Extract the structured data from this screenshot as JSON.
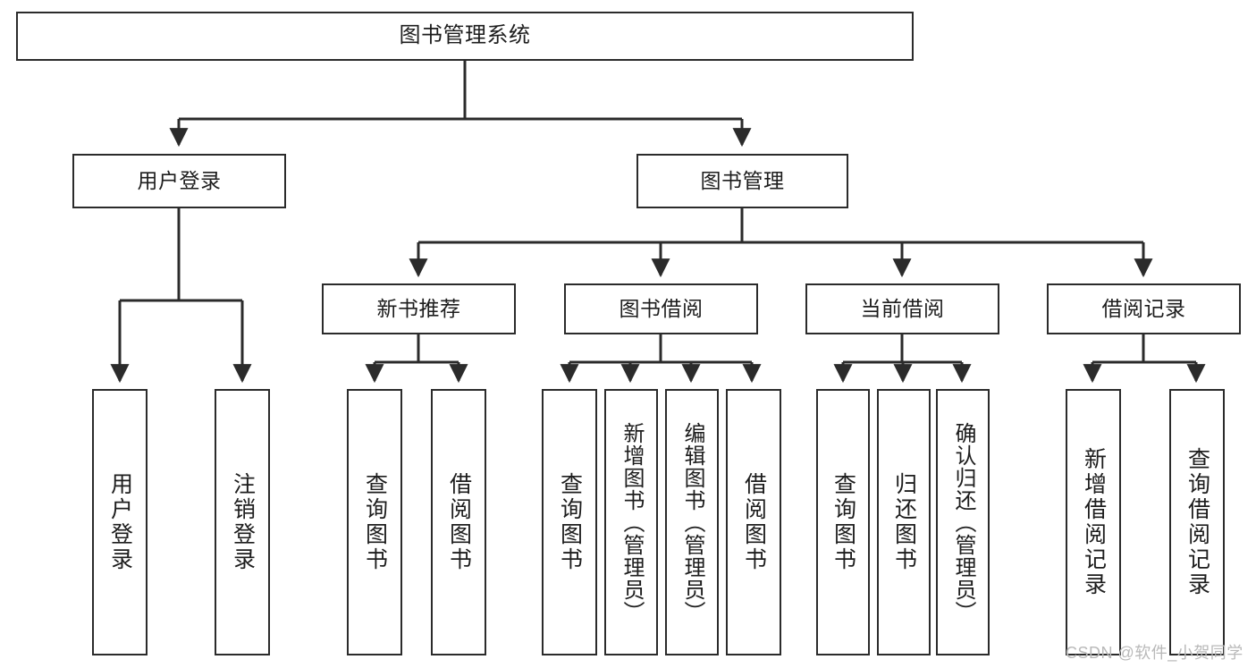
{
  "diagram": {
    "title": "图书管理系统",
    "type": "hierarchy-tree",
    "colors": {
      "stroke": "#2b2b2b",
      "fill": "#ffffff",
      "text": "#1d1d1d",
      "watermark": "#b9b9b9"
    },
    "levels": {
      "root": {
        "label": "图书管理系统"
      },
      "level2": [
        {
          "label": "用户登录"
        },
        {
          "label": "图书管理"
        }
      ],
      "level3": [
        {
          "label": "新书推荐"
        },
        {
          "label": "图书借阅"
        },
        {
          "label": "当前借阅"
        },
        {
          "label": "借阅记录"
        }
      ],
      "leaves": {
        "user_login": [
          {
            "label": "用户登录"
          },
          {
            "label": "注销登录"
          }
        ],
        "new_book_recommend": [
          {
            "label": "查询图书"
          },
          {
            "label": "借阅图书"
          }
        ],
        "book_borrow": [
          {
            "label": "查询图书"
          },
          {
            "label": "新增图书（管理员）"
          },
          {
            "label": "编辑图书（管理员）"
          },
          {
            "label": "借阅图书"
          }
        ],
        "current_borrow": [
          {
            "label": "查询图书"
          },
          {
            "label": "归还图书"
          },
          {
            "label": "确认归还（管理员）"
          }
        ],
        "borrow_record": [
          {
            "label": "新增借阅记录"
          },
          {
            "label": "查询借阅记录"
          }
        ]
      }
    }
  },
  "watermark": {
    "text": "CSDN @软件_小贺同学"
  }
}
